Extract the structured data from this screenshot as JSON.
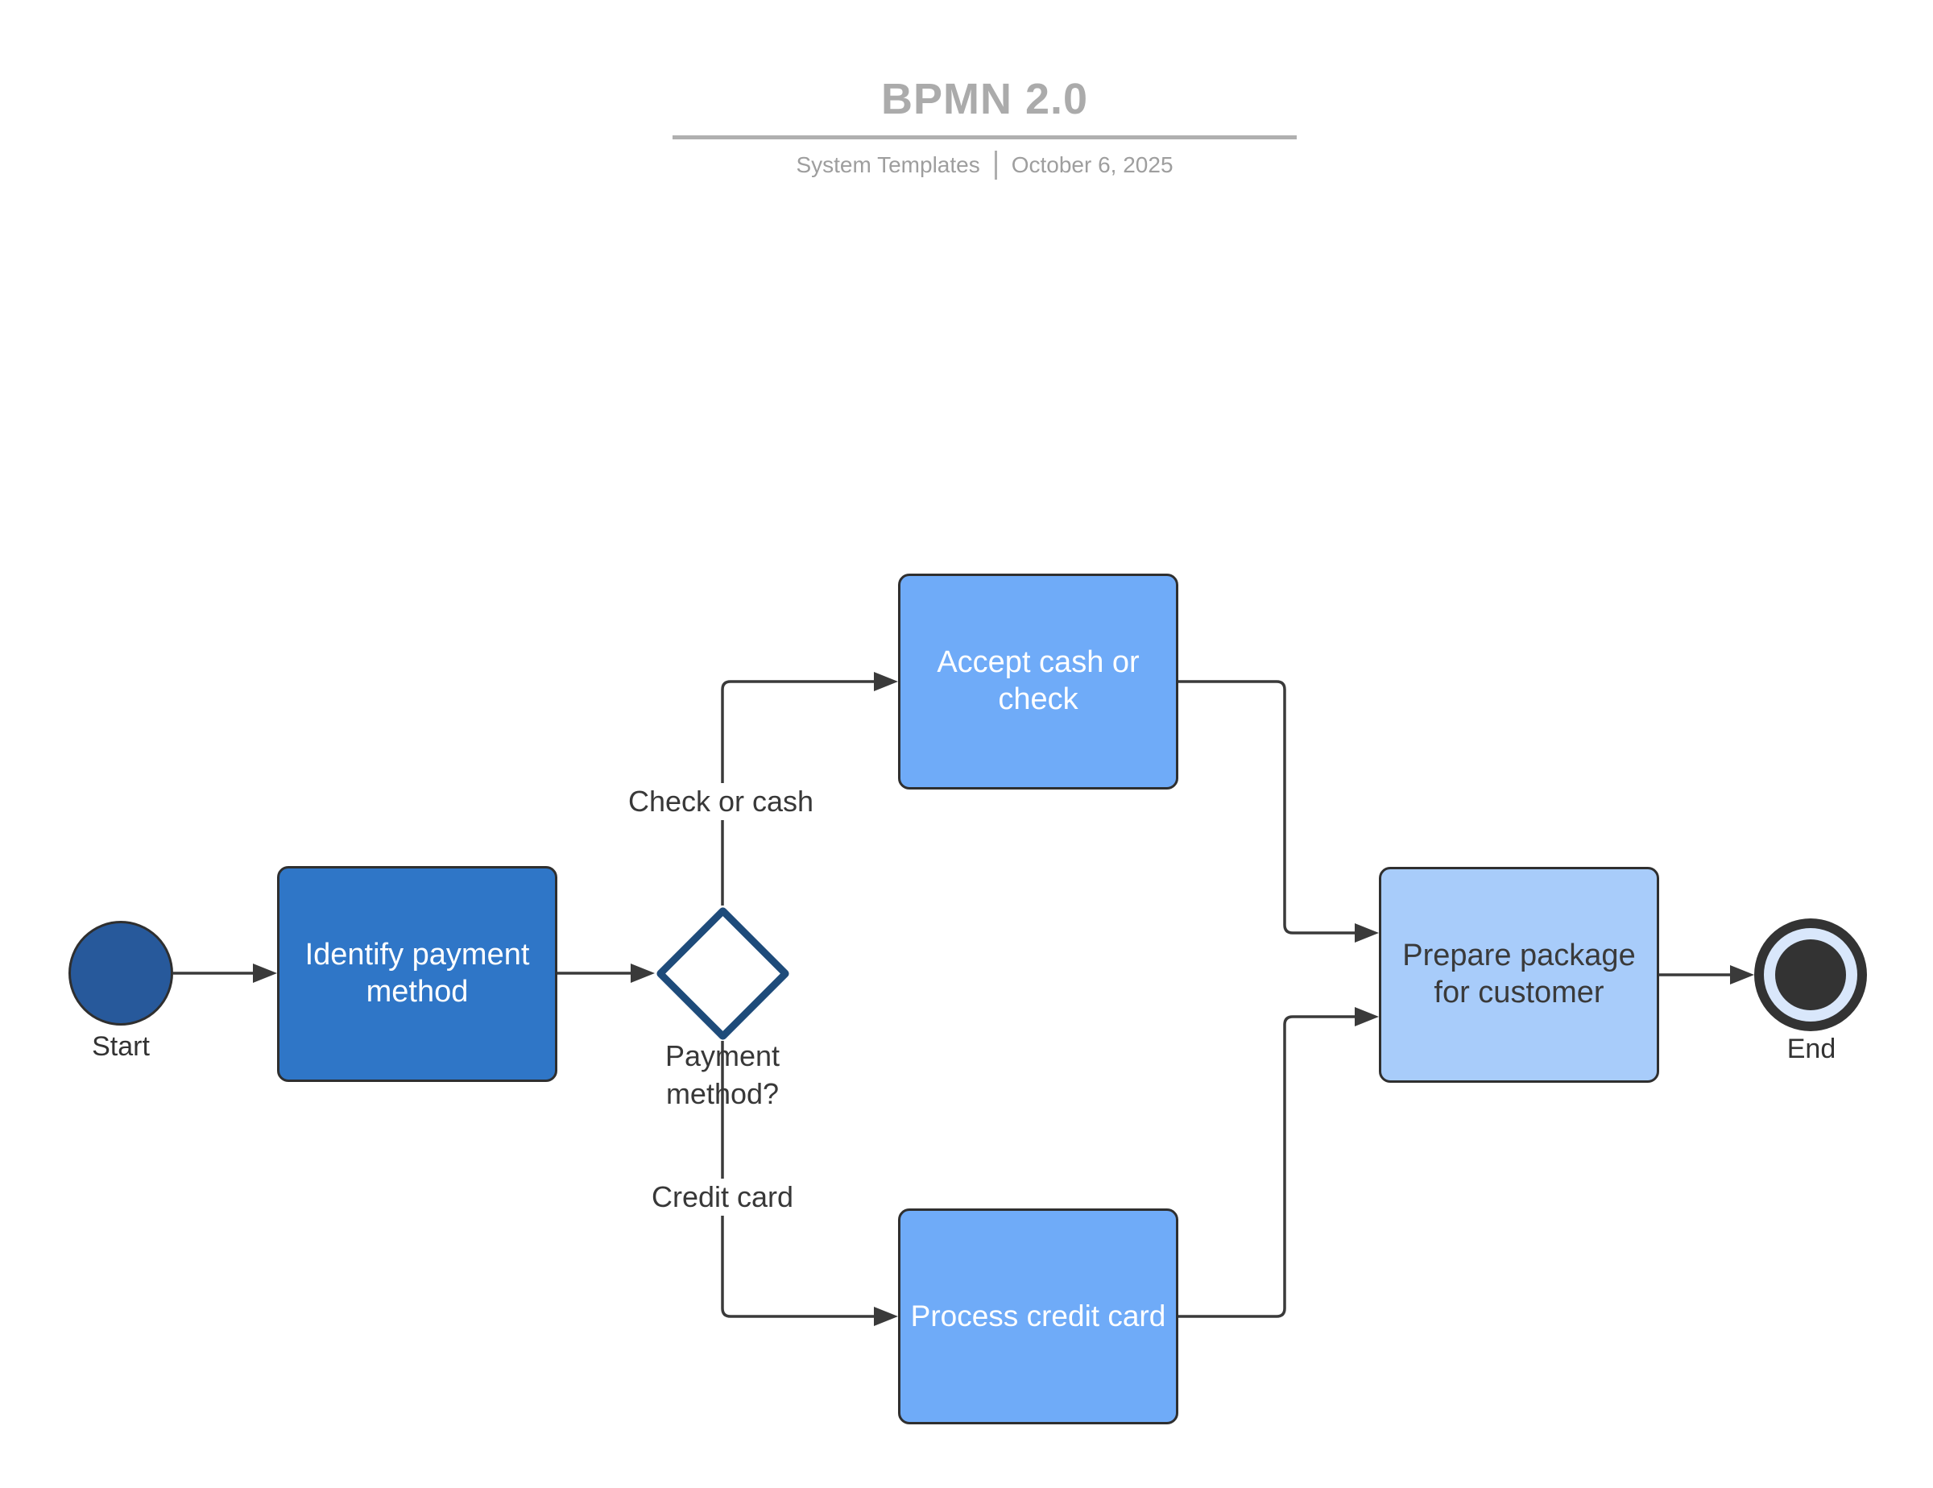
{
  "header": {
    "title": "BPMN 2.0",
    "subtitle_left": "System Templates",
    "subtitle_divider": "|",
    "subtitle_right": "October 6, 2025"
  },
  "diagram": {
    "nodes": {
      "start": {
        "type": "start-event",
        "label": "Start"
      },
      "identify": {
        "type": "task",
        "label": "Identify payment method"
      },
      "gateway": {
        "type": "gateway",
        "label": "Payment method?"
      },
      "accept": {
        "type": "task",
        "label": "Accept cash or check"
      },
      "process": {
        "type": "task",
        "label": "Process credit card"
      },
      "prepare": {
        "type": "task",
        "label": "Prepare package for customer"
      },
      "end": {
        "type": "end-event",
        "label": "End"
      }
    },
    "edge_labels": {
      "check_or_cash": "Check or cash",
      "credit_card": "Credit card"
    }
  },
  "colors": {
    "start_event_fill": "#27599b",
    "task_primary_fill": "#2f76c7",
    "task_secondary_fill": "#6fabf8",
    "task_light_fill": "#a8ccfa",
    "gateway_border": "#1e4b7a",
    "end_event_ring": "#d9e7fb",
    "end_event_core": "#333333",
    "connector": "#3a3a3a",
    "node_border": "#2f2f2f",
    "title_gray": "#ababab",
    "subtitle_gray": "#9e9e9e",
    "label_text": "#383838"
  }
}
